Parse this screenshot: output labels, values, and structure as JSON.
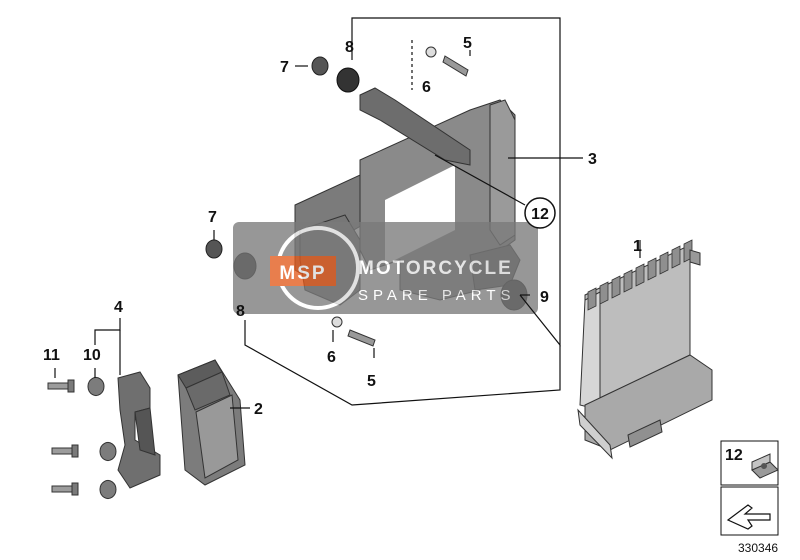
{
  "diagram": {
    "callouts": [
      {
        "id": "c1",
        "label": "1"
      },
      {
        "id": "c2",
        "label": "2"
      },
      {
        "id": "c3",
        "label": "3"
      },
      {
        "id": "c4",
        "label": "4"
      },
      {
        "id": "c5a",
        "label": "5"
      },
      {
        "id": "c5b",
        "label": "5"
      },
      {
        "id": "c6a",
        "label": "6"
      },
      {
        "id": "c6b",
        "label": "6"
      },
      {
        "id": "c7a",
        "label": "7"
      },
      {
        "id": "c7b",
        "label": "7"
      },
      {
        "id": "c8a",
        "label": "8"
      },
      {
        "id": "c8b",
        "label": "8"
      },
      {
        "id": "c9",
        "label": "9"
      },
      {
        "id": "c10",
        "label": "10"
      },
      {
        "id": "c11",
        "label": "11"
      },
      {
        "id": "c12",
        "label": "12"
      },
      {
        "id": "c12box",
        "label": "12"
      }
    ],
    "document_number": "330346"
  },
  "watermark": {
    "logo": "MSP",
    "line1": "MOTORCYCLE",
    "line2": "SPARE PARTS"
  },
  "colors": {
    "part_dark": "#6a6a6a",
    "part_mid": "#8e8e8e",
    "part_light": "#c9c9c9",
    "watermark_bg": "#7a7a7a",
    "watermark_accent": "#e25a1c"
  }
}
